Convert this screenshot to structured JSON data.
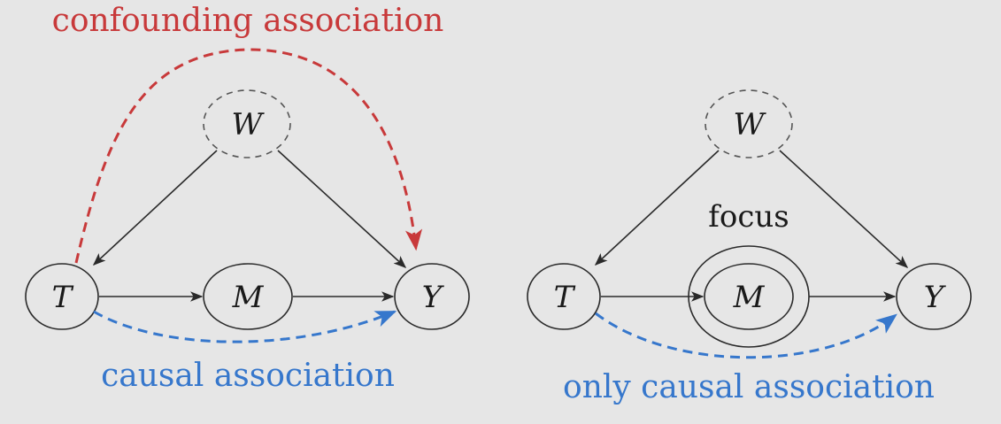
{
  "left_diagram": {
    "nodes": {
      "W": "W",
      "T": "T",
      "M": "M",
      "Y": "Y"
    },
    "confounding_label": "confounding association",
    "causal_label": "causal association"
  },
  "right_diagram": {
    "nodes": {
      "W": "W",
      "T": "T",
      "M": "M",
      "Y": "Y"
    },
    "focus_label": "focus",
    "causal_label": "only causal association"
  },
  "colors": {
    "background": "#e6e6e6",
    "confounding": "#c8393a",
    "causal": "#3677cc",
    "ink": "#2a2a2a"
  }
}
